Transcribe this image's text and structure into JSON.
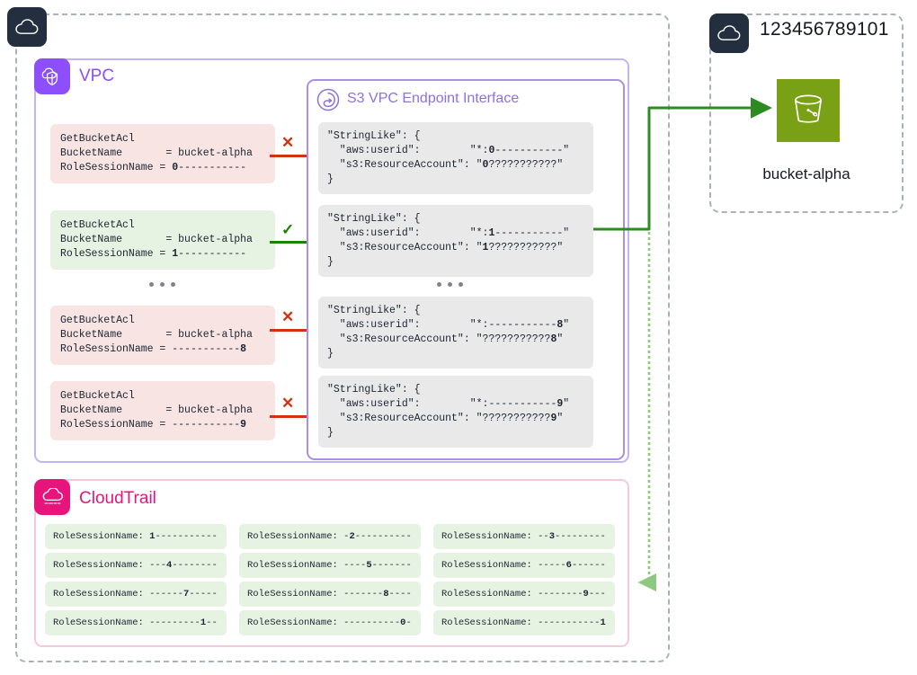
{
  "left_account": {
    "icon": "aws-cloud-icon"
  },
  "right_account": {
    "icon": "aws-cloud-icon",
    "label": "123456789101"
  },
  "vpc": {
    "icon": "vpc-icon",
    "title": "VPC"
  },
  "endpoint": {
    "icon": "s3-vpc-endpoint-icon",
    "title": "S3 VPC Endpoint Interface"
  },
  "cloudtrail": {
    "icon": "cloudtrail-icon",
    "title": "CloudTrail"
  },
  "bucket": {
    "icon": "s3-bucket-icon",
    "label": "bucket-alpha"
  },
  "ellipsis": "• • •",
  "requests": [
    {
      "action": "GetBucketAcl",
      "bucket_key": "BucketName",
      "bucket_value": "bucket-alpha",
      "session_key": "RoleSessionName",
      "session_prefix": "",
      "session_digit": "0",
      "session_suffix": "-----------",
      "verdict": "✕",
      "verdict_type": "deny"
    },
    {
      "action": "GetBucketAcl",
      "bucket_key": "BucketName",
      "bucket_value": "bucket-alpha",
      "session_key": "RoleSessionName",
      "session_prefix": "",
      "session_digit": "1",
      "session_suffix": "-----------",
      "verdict": "✓",
      "verdict_type": "allow"
    },
    {
      "action": "GetBucketAcl",
      "bucket_key": "BucketName",
      "bucket_value": "bucket-alpha",
      "session_key": "RoleSessionName",
      "session_prefix": "-----------",
      "session_digit": "8",
      "session_suffix": "",
      "verdict": "✕",
      "verdict_type": "deny"
    },
    {
      "action": "GetBucketAcl",
      "bucket_key": "BucketName",
      "bucket_value": "bucket-alpha",
      "session_key": "RoleSessionName",
      "session_prefix": "-----------",
      "session_digit": "9",
      "session_suffix": "",
      "verdict": "✕",
      "verdict_type": "deny"
    }
  ],
  "policies": [
    {
      "open": "\"StringLike\": {",
      "userid_key": "  \"aws:userid\":",
      "userid_pad": "        ",
      "userid_open": "\"*:",
      "userid_prefix": "",
      "userid_digit": "0",
      "userid_suffix": "-----------",
      "userid_close": "\"",
      "account_key": "  \"s3:ResourceAccount\": ",
      "account_open": "\"",
      "account_prefix": "",
      "account_digit": "0",
      "account_suffix": "???????????",
      "account_close": "\"",
      "close": "}"
    },
    {
      "open": "\"StringLike\": {",
      "userid_key": "  \"aws:userid\":",
      "userid_pad": "        ",
      "userid_open": "\"*:",
      "userid_prefix": "",
      "userid_digit": "1",
      "userid_suffix": "-----------",
      "userid_close": "\"",
      "account_key": "  \"s3:ResourceAccount\": ",
      "account_open": "\"",
      "account_prefix": "",
      "account_digit": "1",
      "account_suffix": "???????????",
      "account_close": "\"",
      "close": "}"
    },
    {
      "open": "\"StringLike\": {",
      "userid_key": "  \"aws:userid\":",
      "userid_pad": "        ",
      "userid_open": "\"*:",
      "userid_prefix": "-----------",
      "userid_digit": "8",
      "userid_suffix": "",
      "userid_close": "\"",
      "account_key": "  \"s3:ResourceAccount\": ",
      "account_open": "\"",
      "account_prefix": "???????????",
      "account_digit": "8",
      "account_suffix": "",
      "account_close": "\"",
      "close": "}"
    },
    {
      "open": "\"StringLike\": {",
      "userid_key": "  \"aws:userid\":",
      "userid_pad": "        ",
      "userid_open": "\"*:",
      "userid_prefix": "-----------",
      "userid_digit": "9",
      "userid_suffix": "",
      "userid_close": "\"",
      "account_key": "  \"s3:ResourceAccount\": ",
      "account_open": "\"",
      "account_prefix": "???????????",
      "account_digit": "9",
      "account_suffix": "",
      "account_close": "\"",
      "close": "}"
    }
  ],
  "cloudtrail_entries": [
    {
      "key": "RoleSessionName: ",
      "prefix": "",
      "digit": "1",
      "suffix": "-----------"
    },
    {
      "key": "RoleSessionName: ",
      "prefix": "-",
      "digit": "2",
      "suffix": "----------"
    },
    {
      "key": "RoleSessionName: ",
      "prefix": "--",
      "digit": "3",
      "suffix": "---------"
    },
    {
      "key": "RoleSessionName: ",
      "prefix": "---",
      "digit": "4",
      "suffix": "--------"
    },
    {
      "key": "RoleSessionName: ",
      "prefix": "----",
      "digit": "5",
      "suffix": "-------"
    },
    {
      "key": "RoleSessionName: ",
      "prefix": "-----",
      "digit": "6",
      "suffix": "------"
    },
    {
      "key": "RoleSessionName: ",
      "prefix": "------",
      "digit": "7",
      "suffix": "-----"
    },
    {
      "key": "RoleSessionName: ",
      "prefix": "-------",
      "digit": "8",
      "suffix": "----"
    },
    {
      "key": "RoleSessionName: ",
      "prefix": "--------",
      "digit": "9",
      "suffix": "---"
    },
    {
      "key": "RoleSessionName: ",
      "prefix": "---------",
      "digit": "1",
      "suffix": "--"
    },
    {
      "key": "RoleSessionName: ",
      "prefix": "----------",
      "digit": "0",
      "suffix": "-"
    },
    {
      "key": "RoleSessionName: ",
      "prefix": "-----------",
      "digit": "1",
      "suffix": ""
    }
  ],
  "colors": {
    "deny": "#d13212",
    "allow": "#1d8102",
    "vpc_purple": "#8c4ffb",
    "endpoint_purple": "#8c72e0",
    "cloudtrail_pink": "#e7157b",
    "bucket_green": "#7aa116",
    "account_dark": "#232f3e",
    "flow_green": "#2e8b22",
    "log_green": "#8cc97e"
  }
}
